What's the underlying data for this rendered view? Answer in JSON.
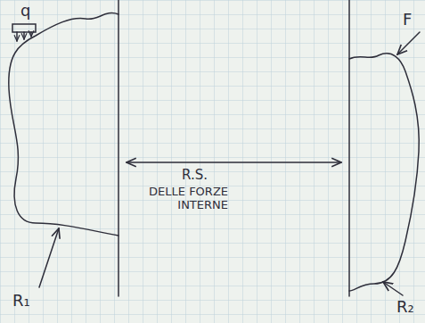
{
  "diagram": {
    "labels": [
      "q",
      "F",
      "R₁",
      "R₂",
      "R.S.",
      "DELLE FORZE INTERNE"
    ]
  }
}
